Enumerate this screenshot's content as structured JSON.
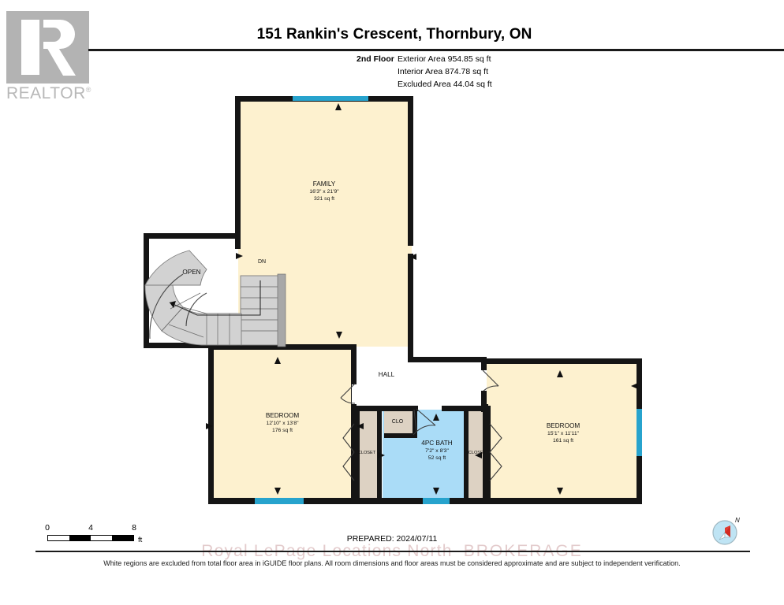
{
  "header": {
    "logo_text": "REALTOR",
    "logo_reg": "®",
    "title": "151 Rankin's Crescent, Thornbury, ON",
    "floor_label": "2nd Floor",
    "exterior_area": "Exterior Area 954.85 sq ft",
    "interior_area": "Interior Area 874.78 sq ft",
    "excluded_area": "Excluded Area 44.04 sq ft"
  },
  "rooms": [
    {
      "id": "family",
      "name": "FAMILY",
      "dims": "16'3\" x 21'9\"",
      "area": "321 sq ft"
    },
    {
      "id": "open",
      "name": "OPEN",
      "dims": "",
      "area": ""
    },
    {
      "id": "dn",
      "name": "DN",
      "dims": "",
      "area": ""
    },
    {
      "id": "hall",
      "name": "HALL",
      "dims": "",
      "area": ""
    },
    {
      "id": "bed_l",
      "name": "BEDROOM",
      "dims": "12'10\" x 13'8\"",
      "area": "176 sq ft"
    },
    {
      "id": "bed_r",
      "name": "BEDROOM",
      "dims": "15'1\" x 11'11\"",
      "area": "161 sq ft"
    },
    {
      "id": "bath",
      "name": "4PC BATH",
      "dims": "7'2\" x 8'3\"",
      "area": "52 sq ft"
    },
    {
      "id": "clo",
      "name": "CLO",
      "dims": "",
      "area": ""
    },
    {
      "id": "closet1",
      "name": "CLOSET",
      "dims": "",
      "area": ""
    },
    {
      "id": "closet2",
      "name": "CLOSET",
      "dims": "",
      "area": ""
    }
  ],
  "scale": {
    "tick_0": "0",
    "tick_4": "4",
    "tick_8": "8",
    "unit": "ft"
  },
  "compass": {
    "north_label": "N"
  },
  "footer": {
    "prepared": "PREPARED: 2024/07/11",
    "watermark": "Royal LePage Locations North",
    "watermark_brokerage": "BROKERAGE",
    "disclaimer": "White regions are excluded from total floor area in iGUIDE floor plans. All room dimensions and floor areas must be considered approximate and are subject to independent verification."
  },
  "colors": {
    "room_fill": "#fdf1cf",
    "bath_fill": "#aadcf7",
    "closet_fill": "#ddd2c3",
    "excluded_fill": "#ffffff",
    "wall": "#151515",
    "window": "#27a3cd",
    "stair_fill": "#d2d2d2",
    "rail": "#a8a8a8",
    "logo_gray": "#b3b3b3",
    "watermark": "#c9989a"
  }
}
